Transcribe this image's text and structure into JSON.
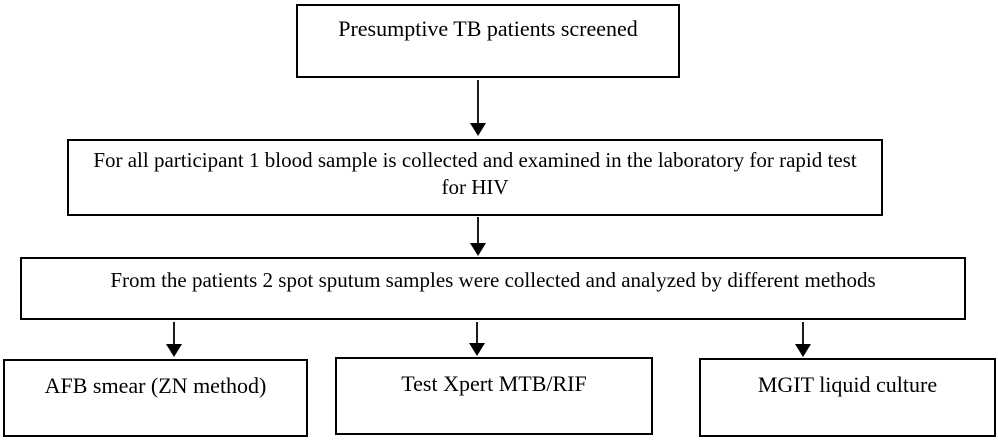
{
  "flowchart": {
    "colors": {
      "border": "#000000",
      "text": "#000000",
      "background": "#ffffff",
      "arrow": "#000000"
    },
    "nodes": {
      "screened": "Presumptive TB patients screened",
      "blood": "For all participant 1 blood sample is collected and examined in the laboratory for rapid test for HIV",
      "sputum": "From the patients 2 spot sputum samples were collected and analyzed by different methods",
      "afb": "AFB smear (ZN method)",
      "xpert": "Test Xpert MTB/RIF",
      "mgit": "MGIT liquid culture"
    }
  }
}
